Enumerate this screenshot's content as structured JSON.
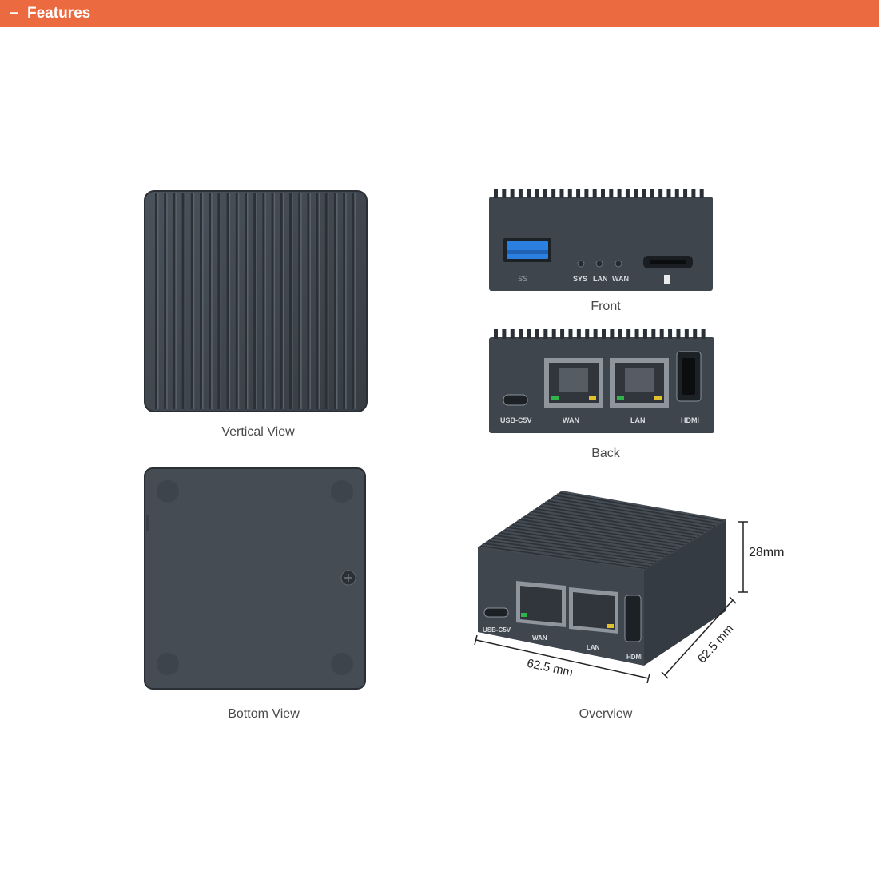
{
  "header": {
    "icon": "minus-icon",
    "title": "Features"
  },
  "views": {
    "vertical": {
      "caption": "Vertical View"
    },
    "front": {
      "caption": "Front",
      "labels": {
        "usb": "SS",
        "sys": "SYS",
        "lan": "LAN",
        "wan": "WAN"
      }
    },
    "back": {
      "caption": "Back",
      "labels": {
        "usbc": "USB-C5V",
        "wan": "WAN",
        "lan": "LAN",
        "hdmi": "HDMI"
      }
    },
    "bottom": {
      "caption": "Bottom View"
    },
    "overview": {
      "caption": "Overview",
      "labels": {
        "usbc": "USB-C5V",
        "wan": "WAN",
        "lan": "LAN",
        "hdmi": "HDMI"
      },
      "dimensions": {
        "height": "28mm",
        "width": "62.5 mm",
        "depth": "62.5 mm"
      }
    }
  },
  "colors": {
    "accent": "#ec6a40",
    "device": "#3c434b",
    "device_dark": "#262b31"
  }
}
